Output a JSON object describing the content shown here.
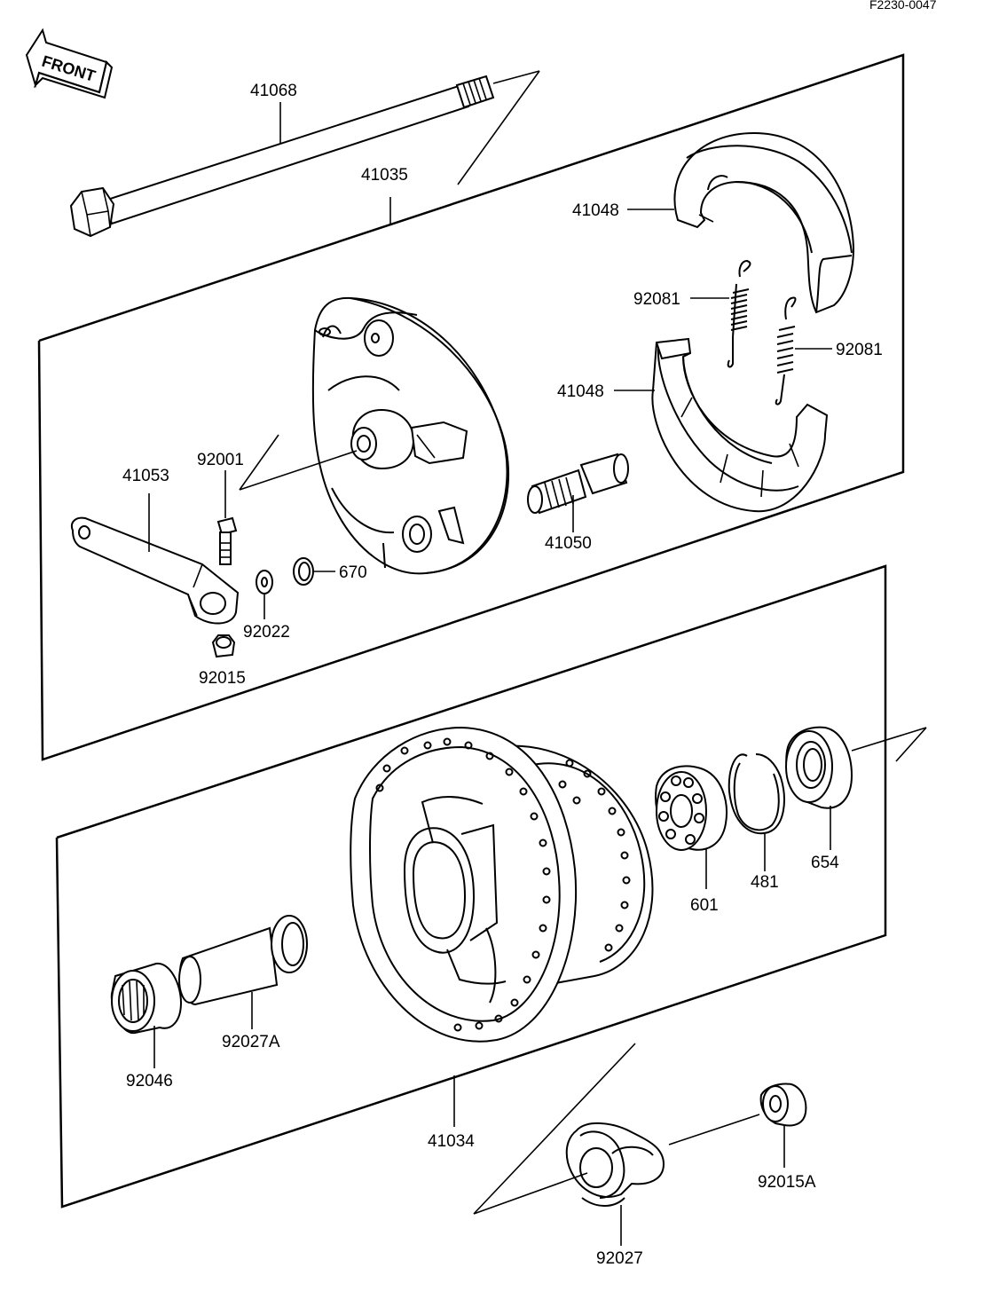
{
  "diagram_code": "F2230-0047",
  "front_arrow_label": "FRONT",
  "parts": {
    "axle": "41068",
    "brake_panel_assy": "41035",
    "brake_shoe_upper": "41048",
    "brake_shoe_lower": "41048",
    "spring_a": "92081",
    "spring_b": "92081",
    "brake_lever": "41053",
    "lever_bolt": "92001",
    "washer": "92022",
    "oil_seal_small": "670",
    "lever_nut": "92015",
    "brake_cam": "41050",
    "ball_bearing": "601",
    "circlip": "481",
    "oil_seal_large": "654",
    "hub": "41034",
    "needle_bearing": "92046",
    "spacer": "92027A",
    "collar": "92027",
    "axle_nut": "92015A"
  }
}
